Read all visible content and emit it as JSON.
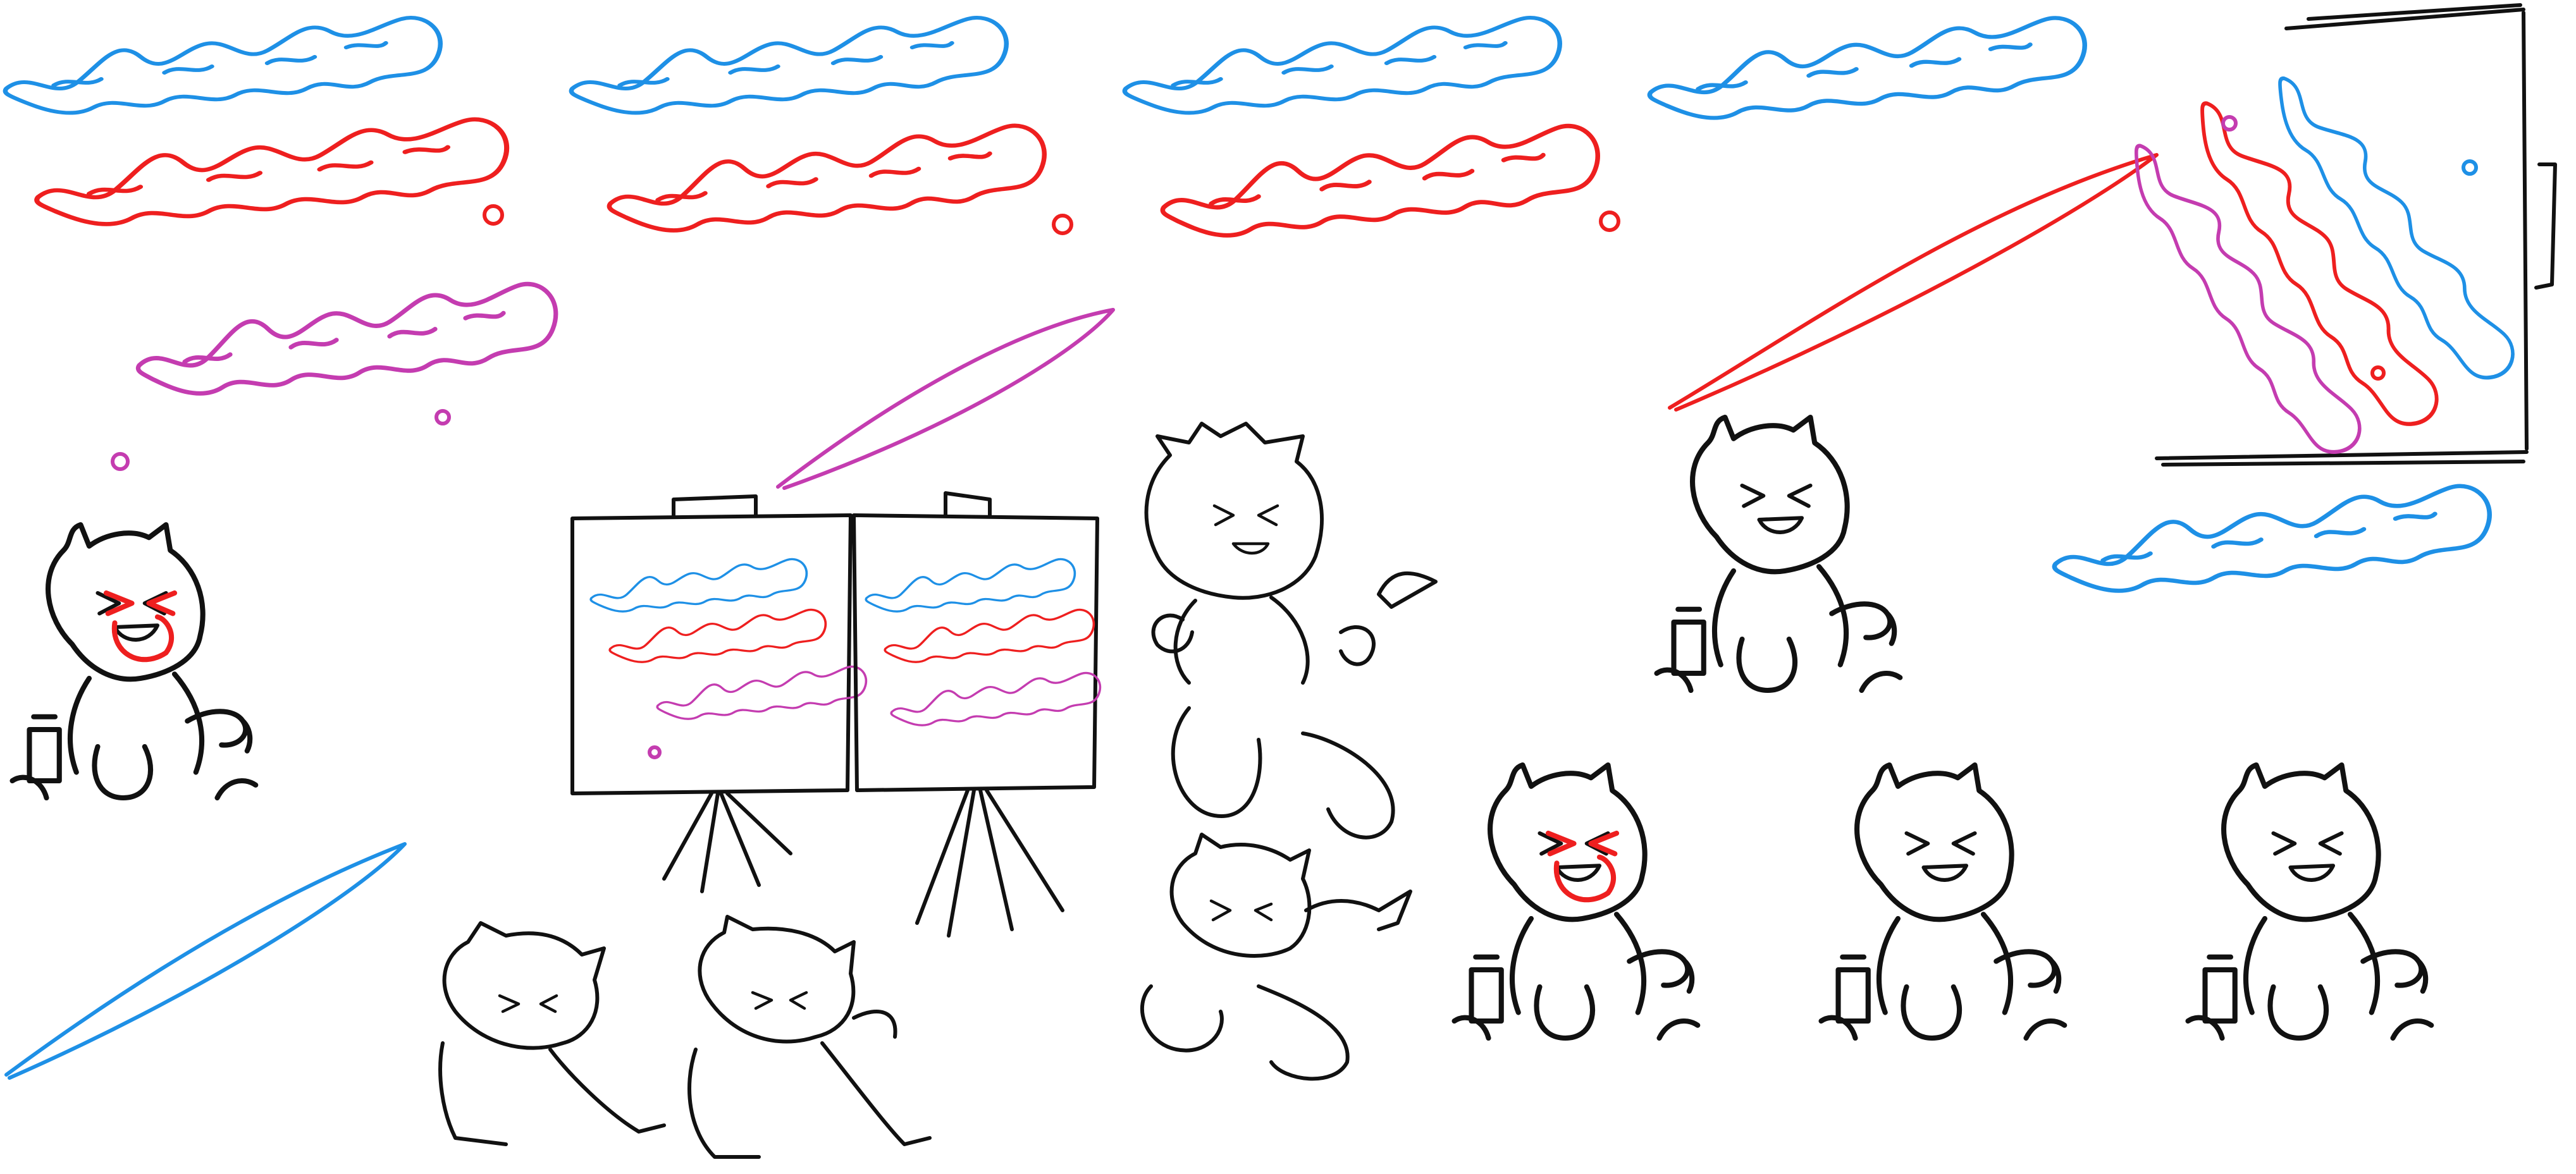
{
  "artwork": {
    "kind": "sketch-sheet",
    "background": "#ffffff",
    "palette": {
      "ink": "#111111",
      "blue": "#1e90e6",
      "red": "#ee1f1f",
      "pink": "#c43cb0"
    },
    "motifs": [
      "wavy-flag-streaks",
      "paint-easels",
      "laughing-crowd",
      "dancing-figures",
      "paintbrush-streaks"
    ]
  }
}
